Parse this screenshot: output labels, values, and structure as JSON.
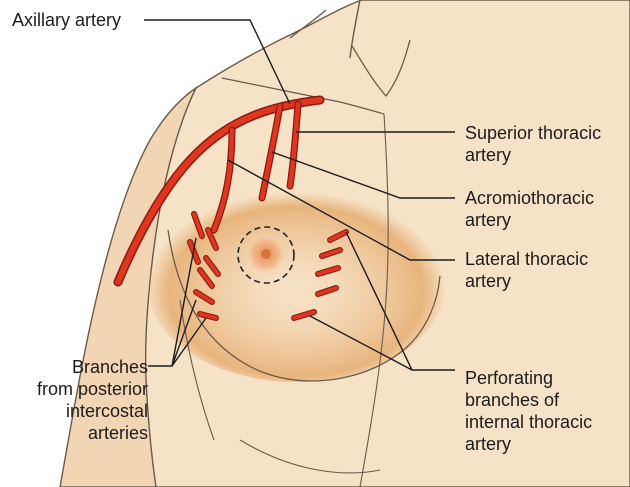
{
  "labels": {
    "axillary": "Axillary artery",
    "superior": [
      "Superior thoracic",
      "artery"
    ],
    "acromio": [
      "Acromiothoracic",
      "artery"
    ],
    "lateral": [
      "Lateral thoracic",
      "artery"
    ],
    "branches": [
      "Branches",
      "from posterior",
      "intercostal",
      "arteries"
    ],
    "perforating": [
      "Perforating",
      "branches of",
      "internal thoracic",
      "artery"
    ]
  },
  "colors": {
    "skin": "#f6e2c6",
    "skin_shadow": "#e9b87e",
    "areola_tint": "#e08a4a",
    "artery": "#e0351f",
    "artery_edge": "#8a1a10",
    "outline": "#6b5a4a",
    "leader": "#1c1c1c"
  }
}
